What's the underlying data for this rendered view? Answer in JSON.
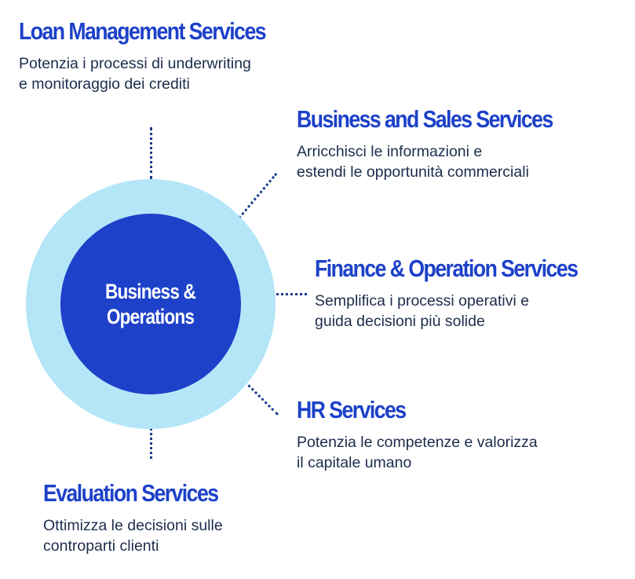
{
  "center": {
    "line1": "Business &",
    "line2": "Operations"
  },
  "services": {
    "loan": {
      "title": "Loan Management Services",
      "desc1": "Potenzia i processi di underwriting",
      "desc2": "e monitoraggio dei crediti"
    },
    "business_sales": {
      "title": "Business and Sales Services",
      "desc1": "Arricchisci le informazioni e",
      "desc2": "estendi le opportunità commerciali"
    },
    "finance": {
      "title": "Finance & Operation Services",
      "desc1": "Semplifica i processi operativi e",
      "desc2": "guida decisioni più solide"
    },
    "hr": {
      "title": "HR Services",
      "desc1": "Potenzia le competenze e valorizza",
      "desc2": "il capitale umano"
    },
    "evaluation": {
      "title": "Evaluation Services",
      "desc1": "Ottimizza le decisioni sulle",
      "desc2": "controparti clienti"
    }
  },
  "colors": {
    "title": "#1d41c9",
    "inner_circle": "#1d41c9",
    "outer_ring": "#b4e6f8",
    "connector": "#1a3a8f",
    "body_text": "#1c2c4c"
  }
}
